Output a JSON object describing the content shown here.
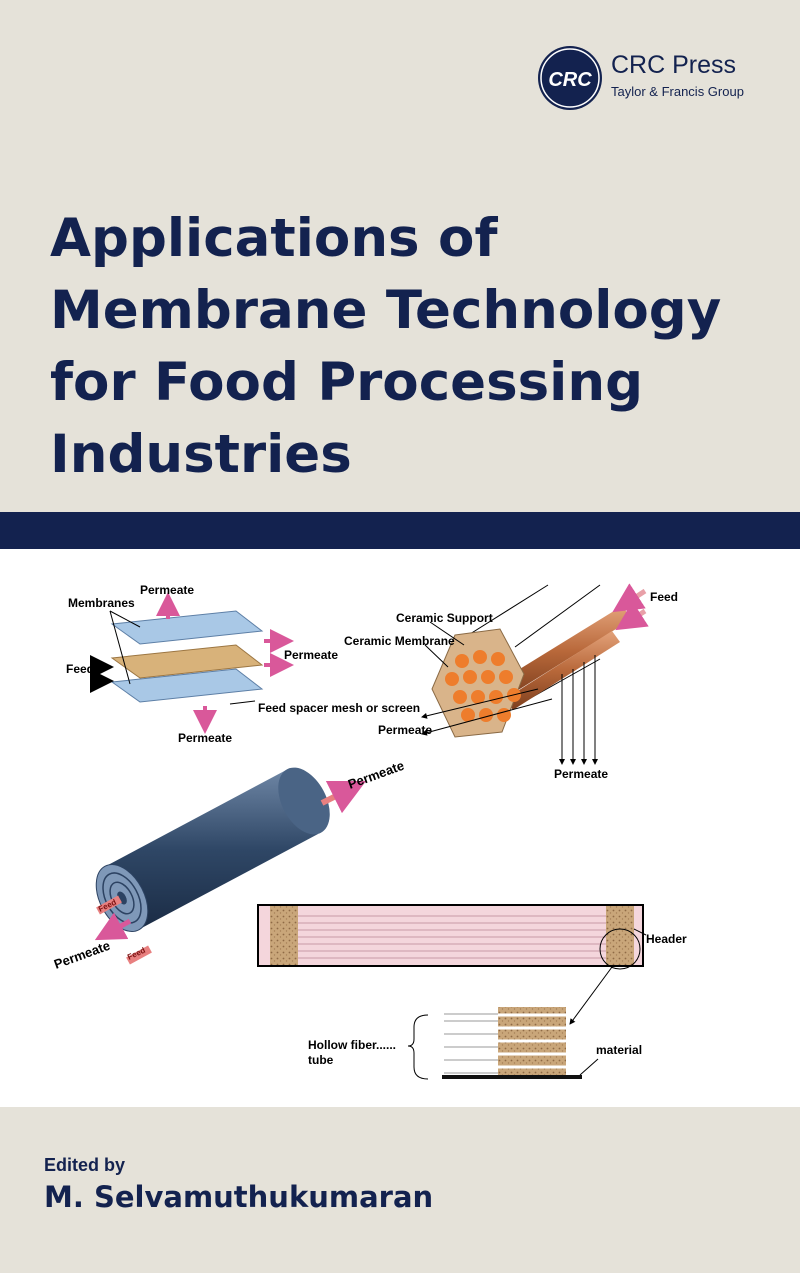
{
  "publisher": {
    "seal_text": "CRC",
    "name": "CRC Press",
    "group": "Taylor & Francis Group",
    "color": "#13224f"
  },
  "title": {
    "lines": [
      "Applications of",
      "Membrane Technology",
      "for Food Processing",
      "Industries"
    ]
  },
  "illustration": {
    "plate_module": {
      "permeate_top": "Permeate",
      "membranes": "Membranes",
      "feed": "Feed",
      "permeate_right": "Permeate",
      "spacer": "Feed spacer mesh or screen",
      "permeate_bottom": "Permeate"
    },
    "ceramic_module": {
      "support": "Ceramic Support",
      "membrane": "Ceramic Membrane",
      "feed": "Feed",
      "permeate_left": "Permeate",
      "permeate_bottom": "Permeate"
    },
    "spiral_module": {
      "permeate_out": "Permeate",
      "feed_1": "Feed",
      "feed_2": "Feed",
      "permeate_center": "Permeate"
    },
    "hollow_fiber_module": {
      "header": "Header",
      "fiber_line1": "Hollow fiber......",
      "fiber_line2": "tube",
      "material": "material"
    },
    "colors": {
      "membrane_blue": "#a9c8e6",
      "spacer_tan": "#d8b27a",
      "arrow_pink": "#d9589a",
      "arrow_cyan": "#2fb3d6",
      "ceramic_orange": "#ee7d2c",
      "copper": "#b8683a",
      "spiral_blue": "#3e5a7a"
    }
  },
  "editor": {
    "label": "Edited by",
    "name": "M. Selvamuthukumaran"
  },
  "colors": {
    "background": "#e5e2d9",
    "band": "#13224f",
    "title": "#13224f"
  }
}
